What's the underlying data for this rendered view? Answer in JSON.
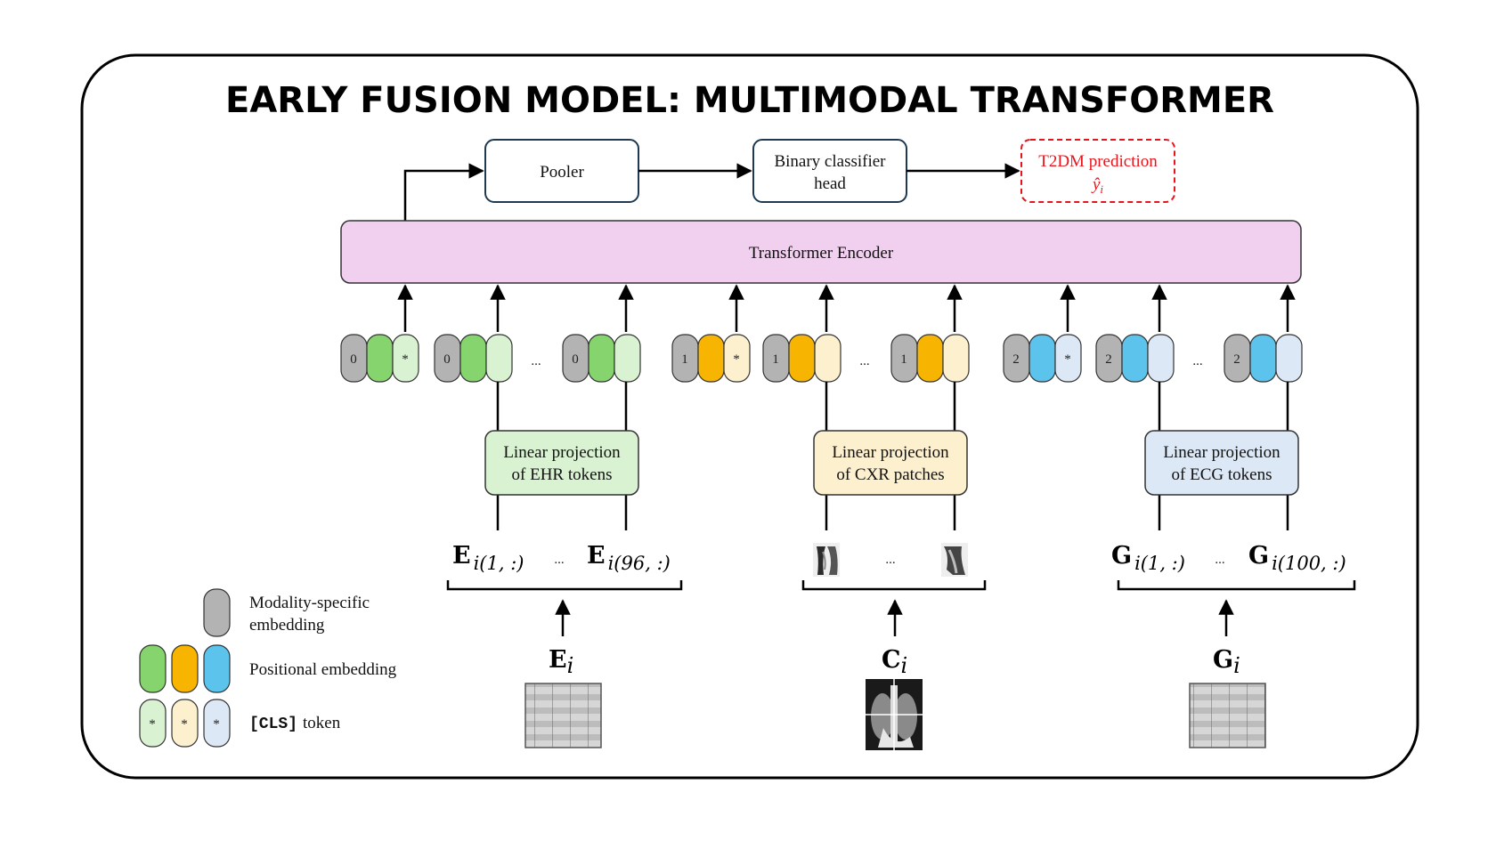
{
  "title": "EARLY FUSION MODEL: MULTIMODAL TRANSFORMER",
  "boxes": {
    "pooler": "Pooler",
    "classifier_line1": "Binary classifier",
    "classifier_line2": "head",
    "prediction_line1": "T2DM prediction",
    "prediction_line2": "ŷ",
    "prediction_sub": "i",
    "encoder": "Transformer Encoder",
    "ehr_proj_line1": "Linear projection",
    "ehr_proj_line2": "of EHR tokens",
    "cxr_proj_line1": "Linear projection",
    "cxr_proj_line2": "of CXR patches",
    "ecg_proj_line1": "Linear projection",
    "ecg_proj_line2": "of ECG tokens"
  },
  "tokens": {
    "ehr_modality": "0",
    "cxr_modality": "1",
    "ecg_modality": "2",
    "cls_mark": "*",
    "ellipsis": "..."
  },
  "inputs": {
    "ehr_first_main": "E",
    "ehr_first_sub": "i(1, :)",
    "ehr_last_main": "E",
    "ehr_last_sub": "i(96, :)",
    "ecg_first_main": "G",
    "ecg_first_sub": "i(1, :)",
    "ecg_last_main": "G",
    "ecg_last_sub": "i(100, :)",
    "ellipsis": "...",
    "ehr_source_main": "E",
    "ehr_source_sub": "i",
    "cxr_source_main": "C",
    "cxr_source_sub": "i",
    "ecg_source_main": "G",
    "ecg_source_sub": "i"
  },
  "legend": {
    "modality_line1": "Modality-specific",
    "modality_line2": "embedding",
    "positional": "Positional embedding",
    "cls_code": "[CLS]",
    "cls_word": "token",
    "cls_mark": "*"
  },
  "colors": {
    "encoder_fill": "#f0d0ee",
    "ehr_green": "#86d46e",
    "ehr_light": "#d9f2d2",
    "cxr_orange": "#f7b400",
    "cxr_light": "#fdf0cf",
    "ecg_blue": "#5bc3ec",
    "ecg_light": "#dce8f5",
    "modality_gray": "#b3b3b3",
    "prediction_red": "#e8141b"
  }
}
